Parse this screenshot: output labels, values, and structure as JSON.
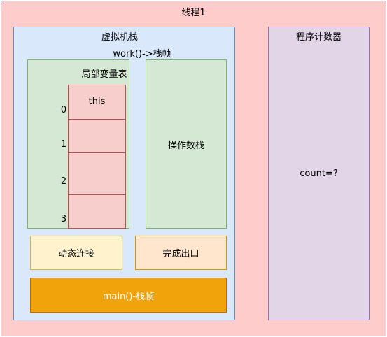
{
  "thread": {
    "title": "线程1"
  },
  "jvm_stack": {
    "title": "虚拟机栈",
    "frame_title": "work()->栈帧",
    "local_var_table": {
      "title": "局部变量表",
      "slots": [
        {
          "index": "0",
          "value": "this"
        },
        {
          "index": "1",
          "value": ""
        },
        {
          "index": "2",
          "value": ""
        },
        {
          "index": "3",
          "value": ""
        }
      ]
    },
    "operand_stack": {
      "title": "操作数栈"
    },
    "dynamic_linking": {
      "label": "动态连接"
    },
    "return_address": {
      "label": "完成出口"
    },
    "main_frame": {
      "label": "main()-栈帧"
    }
  },
  "program_counter": {
    "title": "程序计数器",
    "value": "count=?"
  },
  "colors": {
    "thread_bg": "#ffcccc",
    "stack_bg": "#dae8fc",
    "green_bg": "#d5e8d4",
    "slot_bg": "#f8cecc",
    "yellow_bg": "#fff2cc",
    "orange_light_bg": "#ffe6cc",
    "orange_bg": "#f0a30a",
    "pc_bg": "#e1d5e7"
  }
}
